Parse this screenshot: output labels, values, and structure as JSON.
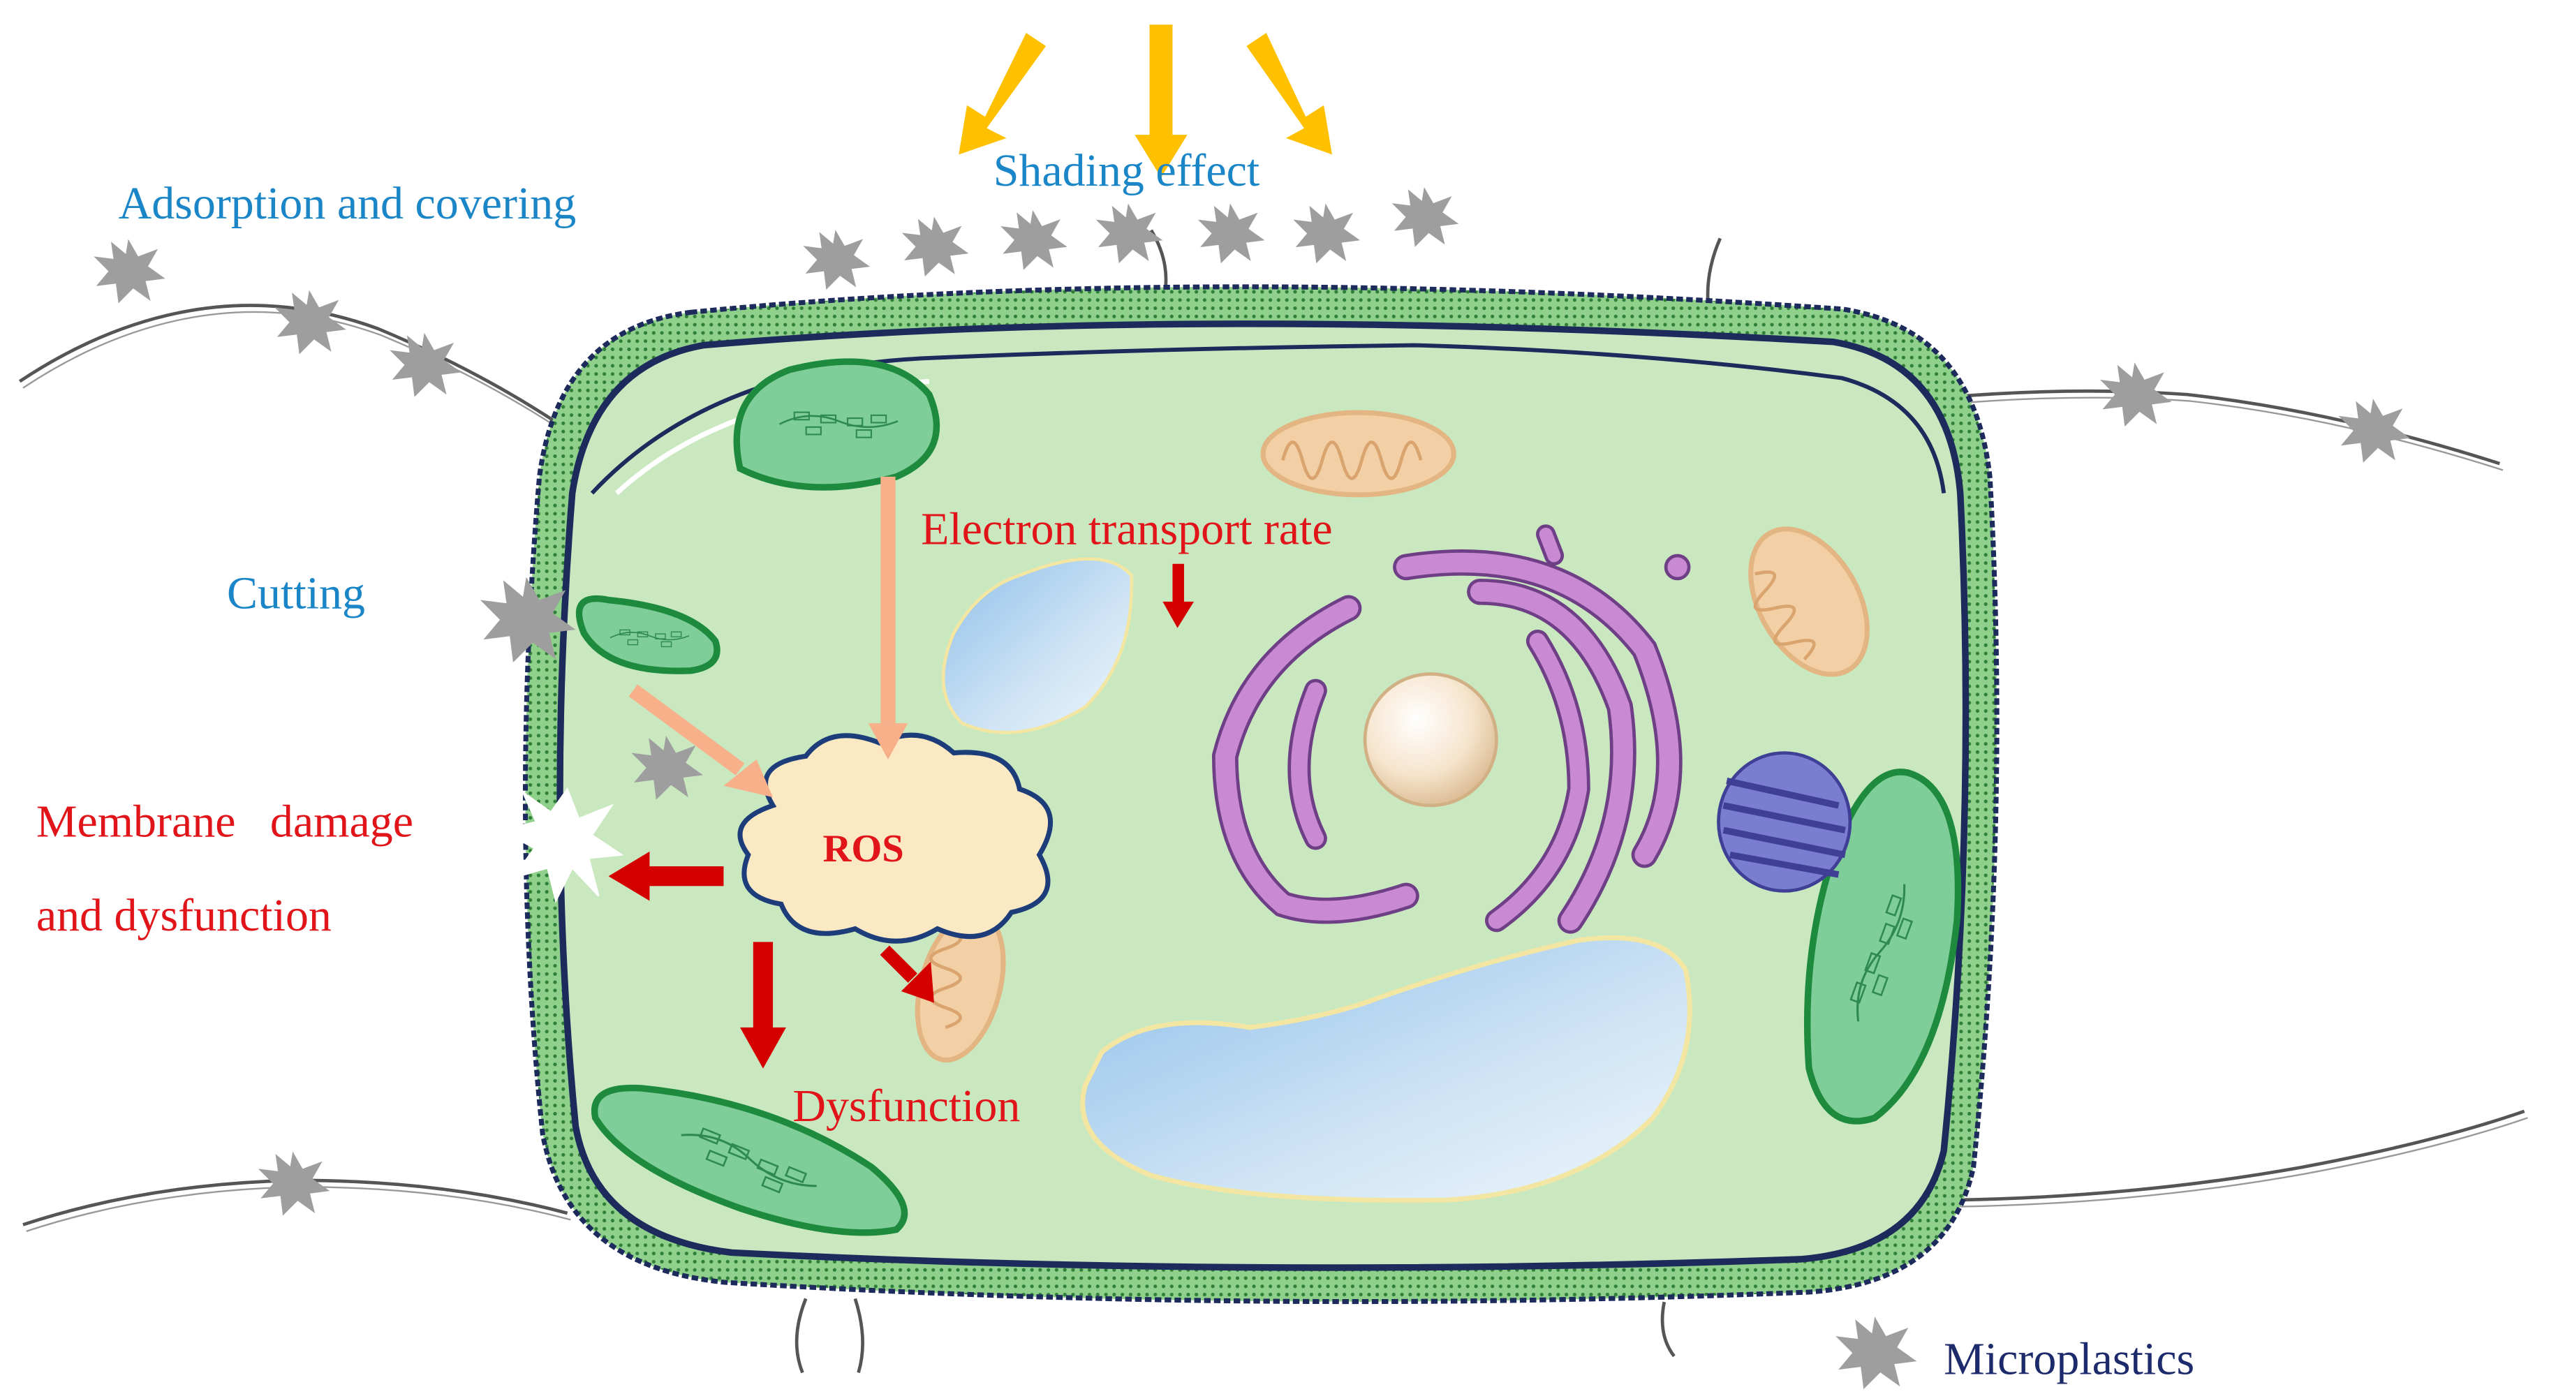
{
  "labels": {
    "shading": "Shading effect",
    "adsorption": "Adsorption and covering",
    "cutting": "Cutting",
    "electron": "Electron transport rate",
    "membrane_line1": "Membrane   damage",
    "membrane_line2": "and dysfunction",
    "ros": "ROS",
    "dysfunction": "Dysfunction"
  },
  "legend": {
    "label": "Microplastics"
  },
  "colors": {
    "cytoplasm": "#c9e8bf",
    "cell_wall": "#7fc47a",
    "membrane": "#1d2a5c",
    "chloroplast": "#2e9a5a",
    "mitochondrion": "#f2cfa5",
    "golgi": "#bd7ac4",
    "vacuole": "#a9cfee",
    "microplastic": "#9e9e9e",
    "red_arrow": "#d40000",
    "orange_arrow": "#ffc000",
    "salmon_arrow": "#f7b08a",
    "blue_text": "#1a86c8",
    "red_text": "#e1141a"
  }
}
